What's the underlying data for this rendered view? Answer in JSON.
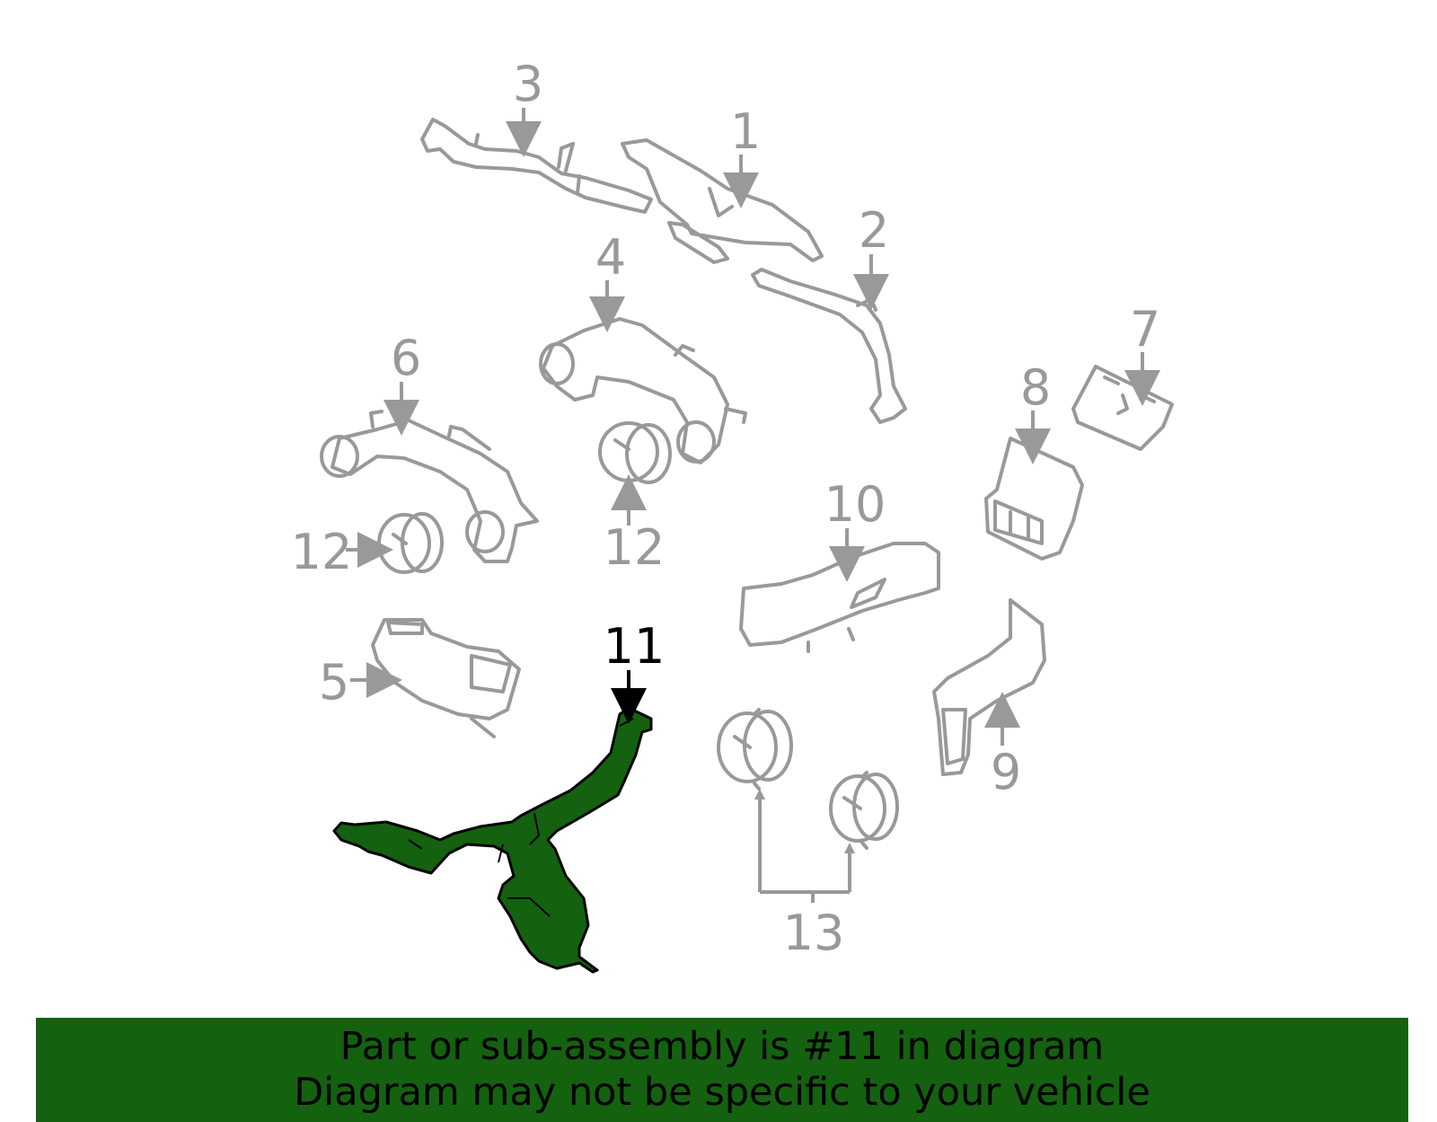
{
  "colors": {
    "highlight": "#146110",
    "outline": "#999999",
    "banner_bg": "#146110"
  },
  "callouts": {
    "c1": "1",
    "c2": "2",
    "c3": "3",
    "c4": "4",
    "c5": "5",
    "c6": "6",
    "c7": "7",
    "c8": "8",
    "c9": "9",
    "c10": "10",
    "c11": "11",
    "c12a": "12",
    "c12b": "12",
    "c13": "13"
  },
  "highlighted_part": "11",
  "banner": {
    "line1": "Part or sub-assembly is #11 in diagram",
    "line2": "Diagram may not be specific to your vehicle"
  }
}
